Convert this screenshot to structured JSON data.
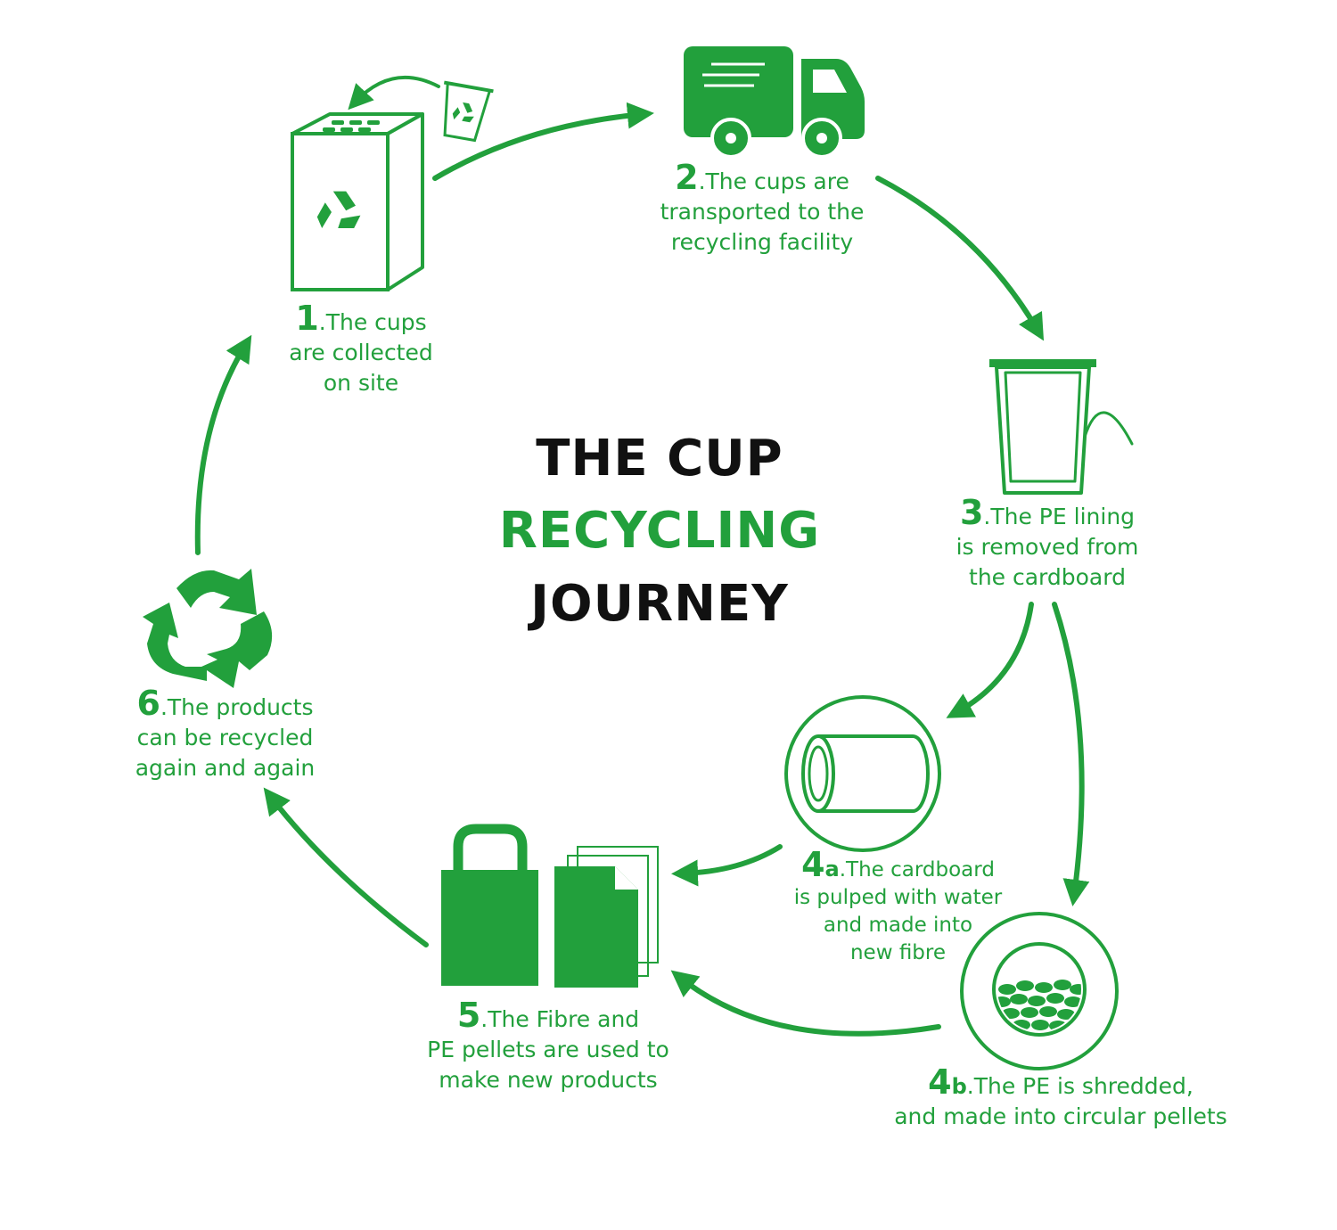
{
  "title": {
    "line1": "THE CUP",
    "line2": "RECYCLING",
    "line3": "JOURNEY"
  },
  "colors": {
    "accent": "#22a03c",
    "title_dark": "#111111",
    "background": "#ffffff"
  },
  "steps": [
    {
      "id": "1",
      "num": "1",
      "sub": "",
      "icon": "recycling-bin-icon",
      "lines": [
        ".The cups",
        "are collected",
        "on site"
      ]
    },
    {
      "id": "2",
      "num": "2",
      "sub": "",
      "icon": "delivery-truck-icon",
      "lines": [
        ".The cups are",
        "transported to the",
        "recycling facility"
      ]
    },
    {
      "id": "3",
      "num": "3",
      "sub": "",
      "icon": "paper-cup-icon",
      "lines": [
        ".The PE lining",
        "is removed from",
        "the cardboard"
      ]
    },
    {
      "id": "4a",
      "num": "4",
      "sub": "a",
      "icon": "cardboard-roll-icon",
      "lines": [
        ".The cardboard",
        "is pulped with water",
        "and made into",
        "new fibre"
      ]
    },
    {
      "id": "4b",
      "num": "4",
      "sub": "b",
      "icon": "pellets-bowl-icon",
      "lines": [
        ".The PE is shredded,",
        "and made into circular pellets"
      ]
    },
    {
      "id": "5",
      "num": "5",
      "sub": "",
      "icon": "recycled-bag-and-paper-icon",
      "lines": [
        ".The Fibre and",
        "PE pellets are used to",
        "make new products"
      ]
    },
    {
      "id": "6",
      "num": "6",
      "sub": "",
      "icon": "recycle-symbol-icon",
      "lines": [
        ".The products",
        "can be recycled",
        "again and again"
      ]
    }
  ]
}
